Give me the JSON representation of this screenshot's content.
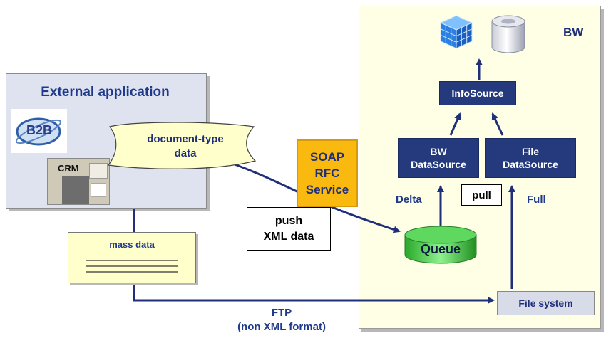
{
  "bw": {
    "label": "BW"
  },
  "external": {
    "title": "External application",
    "b2b_logo": "B2B",
    "crm_label": "CRM"
  },
  "document": {
    "line1": "document-type",
    "line2": "data"
  },
  "soap": {
    "line1": "SOAP",
    "line2": "RFC",
    "line3": "Service"
  },
  "push": {
    "line1": "push",
    "line2": "XML data"
  },
  "queue": {
    "label": "Queue"
  },
  "infosource": {
    "label": "InfoSource"
  },
  "bw_datasource": {
    "line1": "BW",
    "line2": "DataSource"
  },
  "file_datasource": {
    "line1": "File",
    "line2": "DataSource"
  },
  "labels": {
    "delta": "Delta",
    "pull": "pull",
    "full": "Full"
  },
  "mass": {
    "label": "mass data"
  },
  "filesystem": {
    "label": "File system"
  },
  "ftp": {
    "line1": "FTP",
    "line2": "(non XML format)"
  },
  "colors": {
    "navy": "#243a7c",
    "soap": "#f9b90f",
    "queue": "#4cd84c",
    "panel": "#ffffe5",
    "doc": "#ffffcc"
  }
}
